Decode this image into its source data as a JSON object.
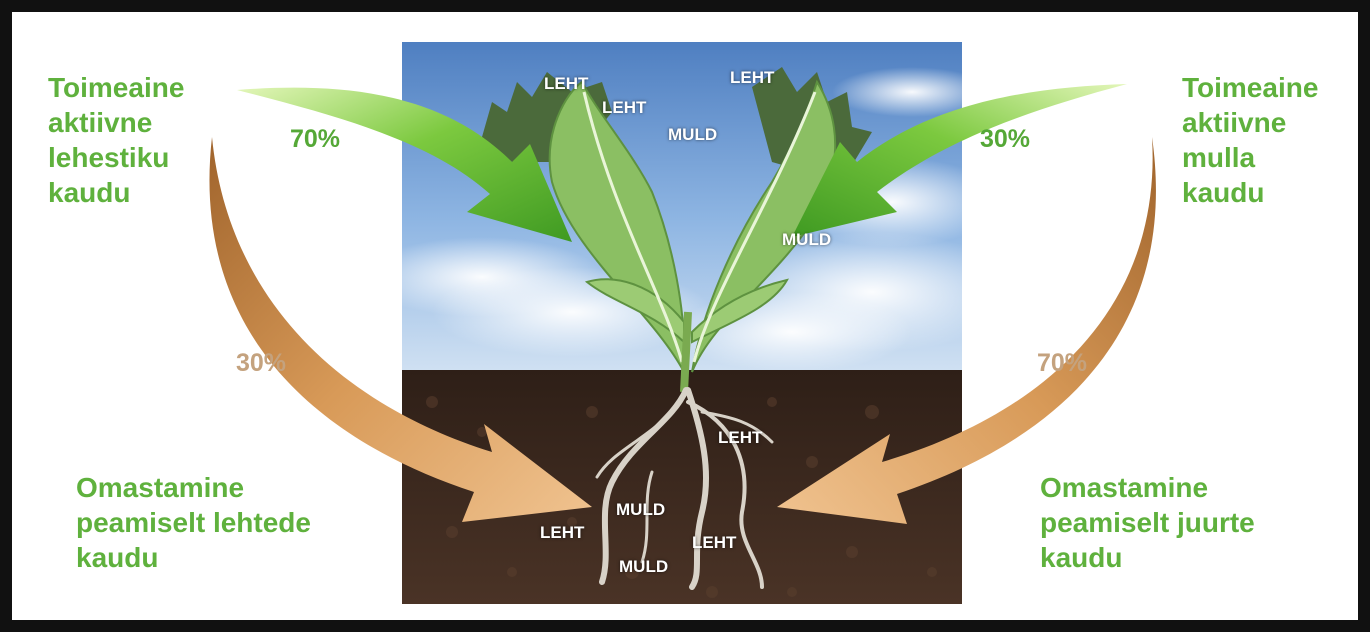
{
  "colors": {
    "frame": "#111111",
    "background": "#ffffff",
    "text_green": "#5fb13d",
    "green_arrow": "#6cc23a",
    "brown_arrow": "#c98542",
    "percent_tan": "#c4a27e",
    "sky": "#6d9bd4",
    "soil": "#3d2a1f",
    "leaf": "#8bbf63",
    "root": "#d8d2c8"
  },
  "left_top_text": [
    "Toimeaine",
    "aktiivne",
    "lehestiku",
    "kaudu"
  ],
  "right_top_text": [
    "Toimeaine",
    "aktiivne",
    "mulla",
    "kaudu"
  ],
  "left_bottom_text": [
    "Omastamine",
    "peamiselt lehtede",
    "kaudu"
  ],
  "right_bottom_text": [
    "Omastamine",
    "peamiselt juurte",
    "kaudu"
  ],
  "percentages": {
    "left_green": "70%",
    "left_brown": "30%",
    "right_green": "30%",
    "right_brown": "70%"
  },
  "center_labels": [
    "LEHT",
    "LEHT",
    "LEHT",
    "MULD",
    "MULD",
    "LEHT",
    "MULD",
    "LEHT",
    "LEHT",
    "MULD"
  ],
  "icons": {
    "left_green_arrow": "curved-arrow-icon",
    "right_green_arrow": "curved-arrow-icon",
    "left_brown_arrow": "curved-arrow-icon",
    "right_brown_arrow": "curved-arrow-icon",
    "plant": "plant-illustration"
  }
}
